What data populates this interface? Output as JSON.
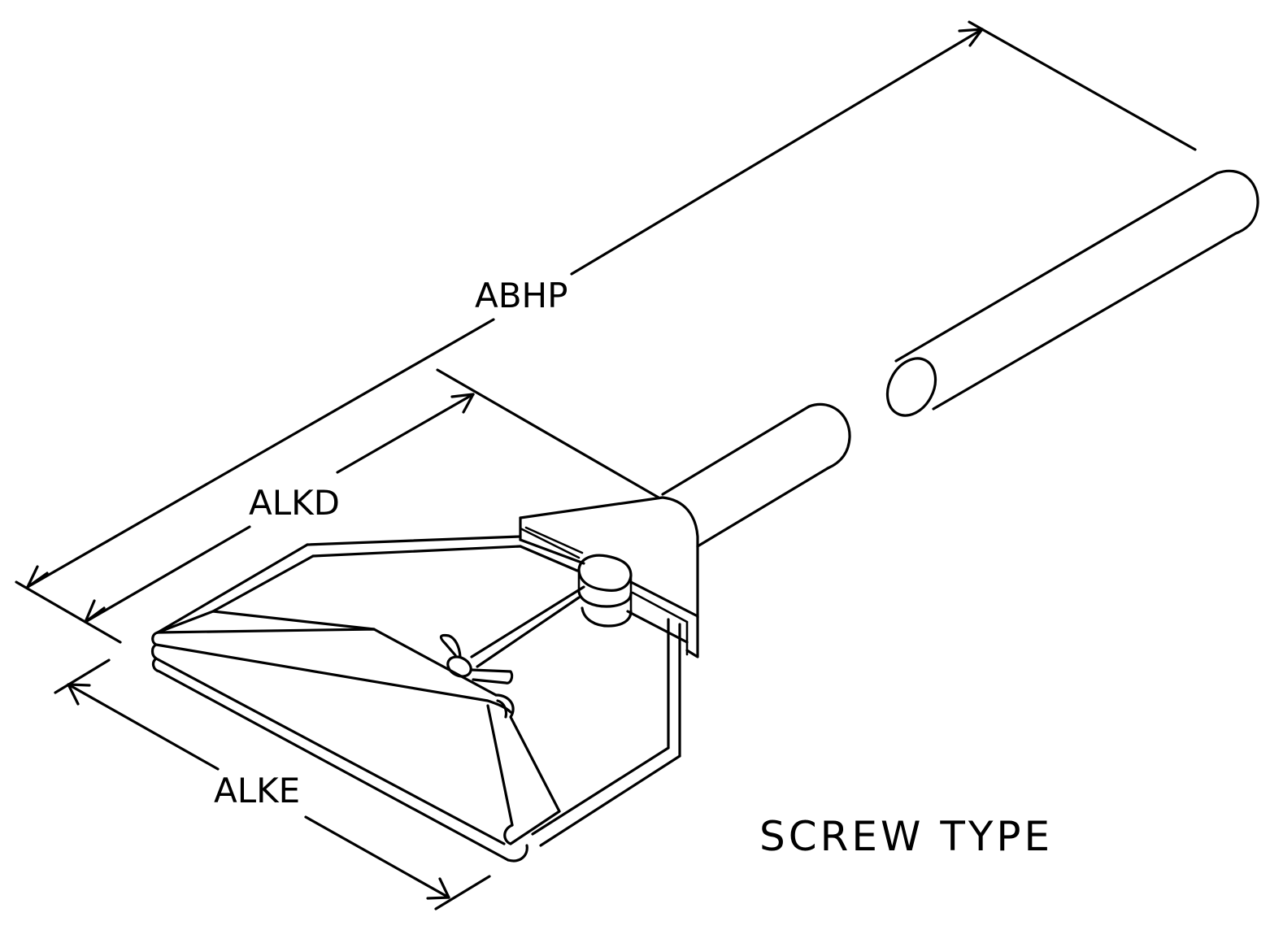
{
  "dimensions": {
    "overall_length": "ABHP",
    "head_length": "ALKD",
    "head_width": "ALKE"
  },
  "caption": "SCREW TYPE"
}
